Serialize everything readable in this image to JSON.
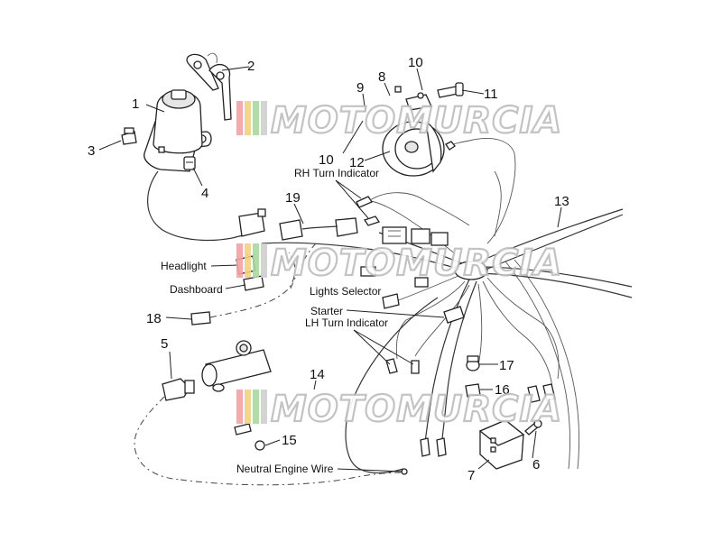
{
  "title": "",
  "callouts": [
    {
      "id": "c1",
      "text": "1"
    },
    {
      "id": "c2",
      "text": "2"
    },
    {
      "id": "c3",
      "text": "3"
    },
    {
      "id": "c4",
      "text": "4"
    },
    {
      "id": "c5",
      "text": "5"
    },
    {
      "id": "c6",
      "text": "6"
    },
    {
      "id": "c7",
      "text": "7"
    },
    {
      "id": "c8",
      "text": "8"
    },
    {
      "id": "c9",
      "text": "9"
    },
    {
      "id": "c10a",
      "text": "10"
    },
    {
      "id": "c10b",
      "text": "10"
    },
    {
      "id": "c11",
      "text": "11"
    },
    {
      "id": "c12",
      "text": "12"
    },
    {
      "id": "c13",
      "text": "13"
    },
    {
      "id": "c14",
      "text": "14"
    },
    {
      "id": "c15",
      "text": "15"
    },
    {
      "id": "c16",
      "text": "16"
    },
    {
      "id": "c17",
      "text": "17"
    },
    {
      "id": "c18",
      "text": "18"
    },
    {
      "id": "c19",
      "text": "19"
    }
  ],
  "labels": {
    "rh_turn": "RH Turn Indicator",
    "headlight": "Headlight",
    "dashboard": "Dashboard",
    "lights_selector": "Lights Selector",
    "starter": "Starter",
    "lh_turn": "LH Turn Indicator",
    "neutral": "Neutral Engine Wire"
  },
  "watermark": {
    "text": "MOTOMURCIA",
    "stripe_colors": [
      "#f2a3a3",
      "#f6d27a",
      "#a9d9a0",
      "#cfcfcf"
    ]
  }
}
